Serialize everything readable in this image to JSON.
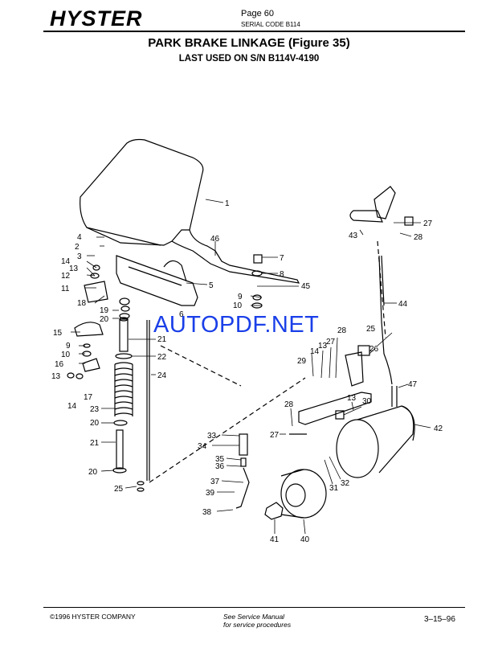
{
  "header": {
    "brand": "HYSTER",
    "page": "Page 60",
    "serial": "SERIAL CODE B114"
  },
  "title": "PARK BRAKE LINKAGE (Figure 35)",
  "subtitle": "LAST USED ON S/N B114V-4190",
  "watermark": "AUTOPDF.NET",
  "callouts": [
    "1",
    "2",
    "3",
    "4",
    "5",
    "6",
    "7",
    "8",
    "9",
    "10",
    "11",
    "12",
    "13",
    "14",
    "15",
    "16",
    "17",
    "18",
    "19",
    "20",
    "21",
    "22",
    "23",
    "24",
    "25",
    "26",
    "27",
    "28",
    "29",
    "30",
    "31",
    "32",
    "33",
    "34",
    "35",
    "36",
    "37",
    "38",
    "39",
    "40",
    "41",
    "42",
    "43",
    "44",
    "45",
    "46",
    "47"
  ],
  "footer": {
    "copyright": "©1996 HYSTER COMPANY",
    "see_manual": "See Service Manual",
    "procedures": "for service procedures",
    "date": "3–15–96"
  }
}
